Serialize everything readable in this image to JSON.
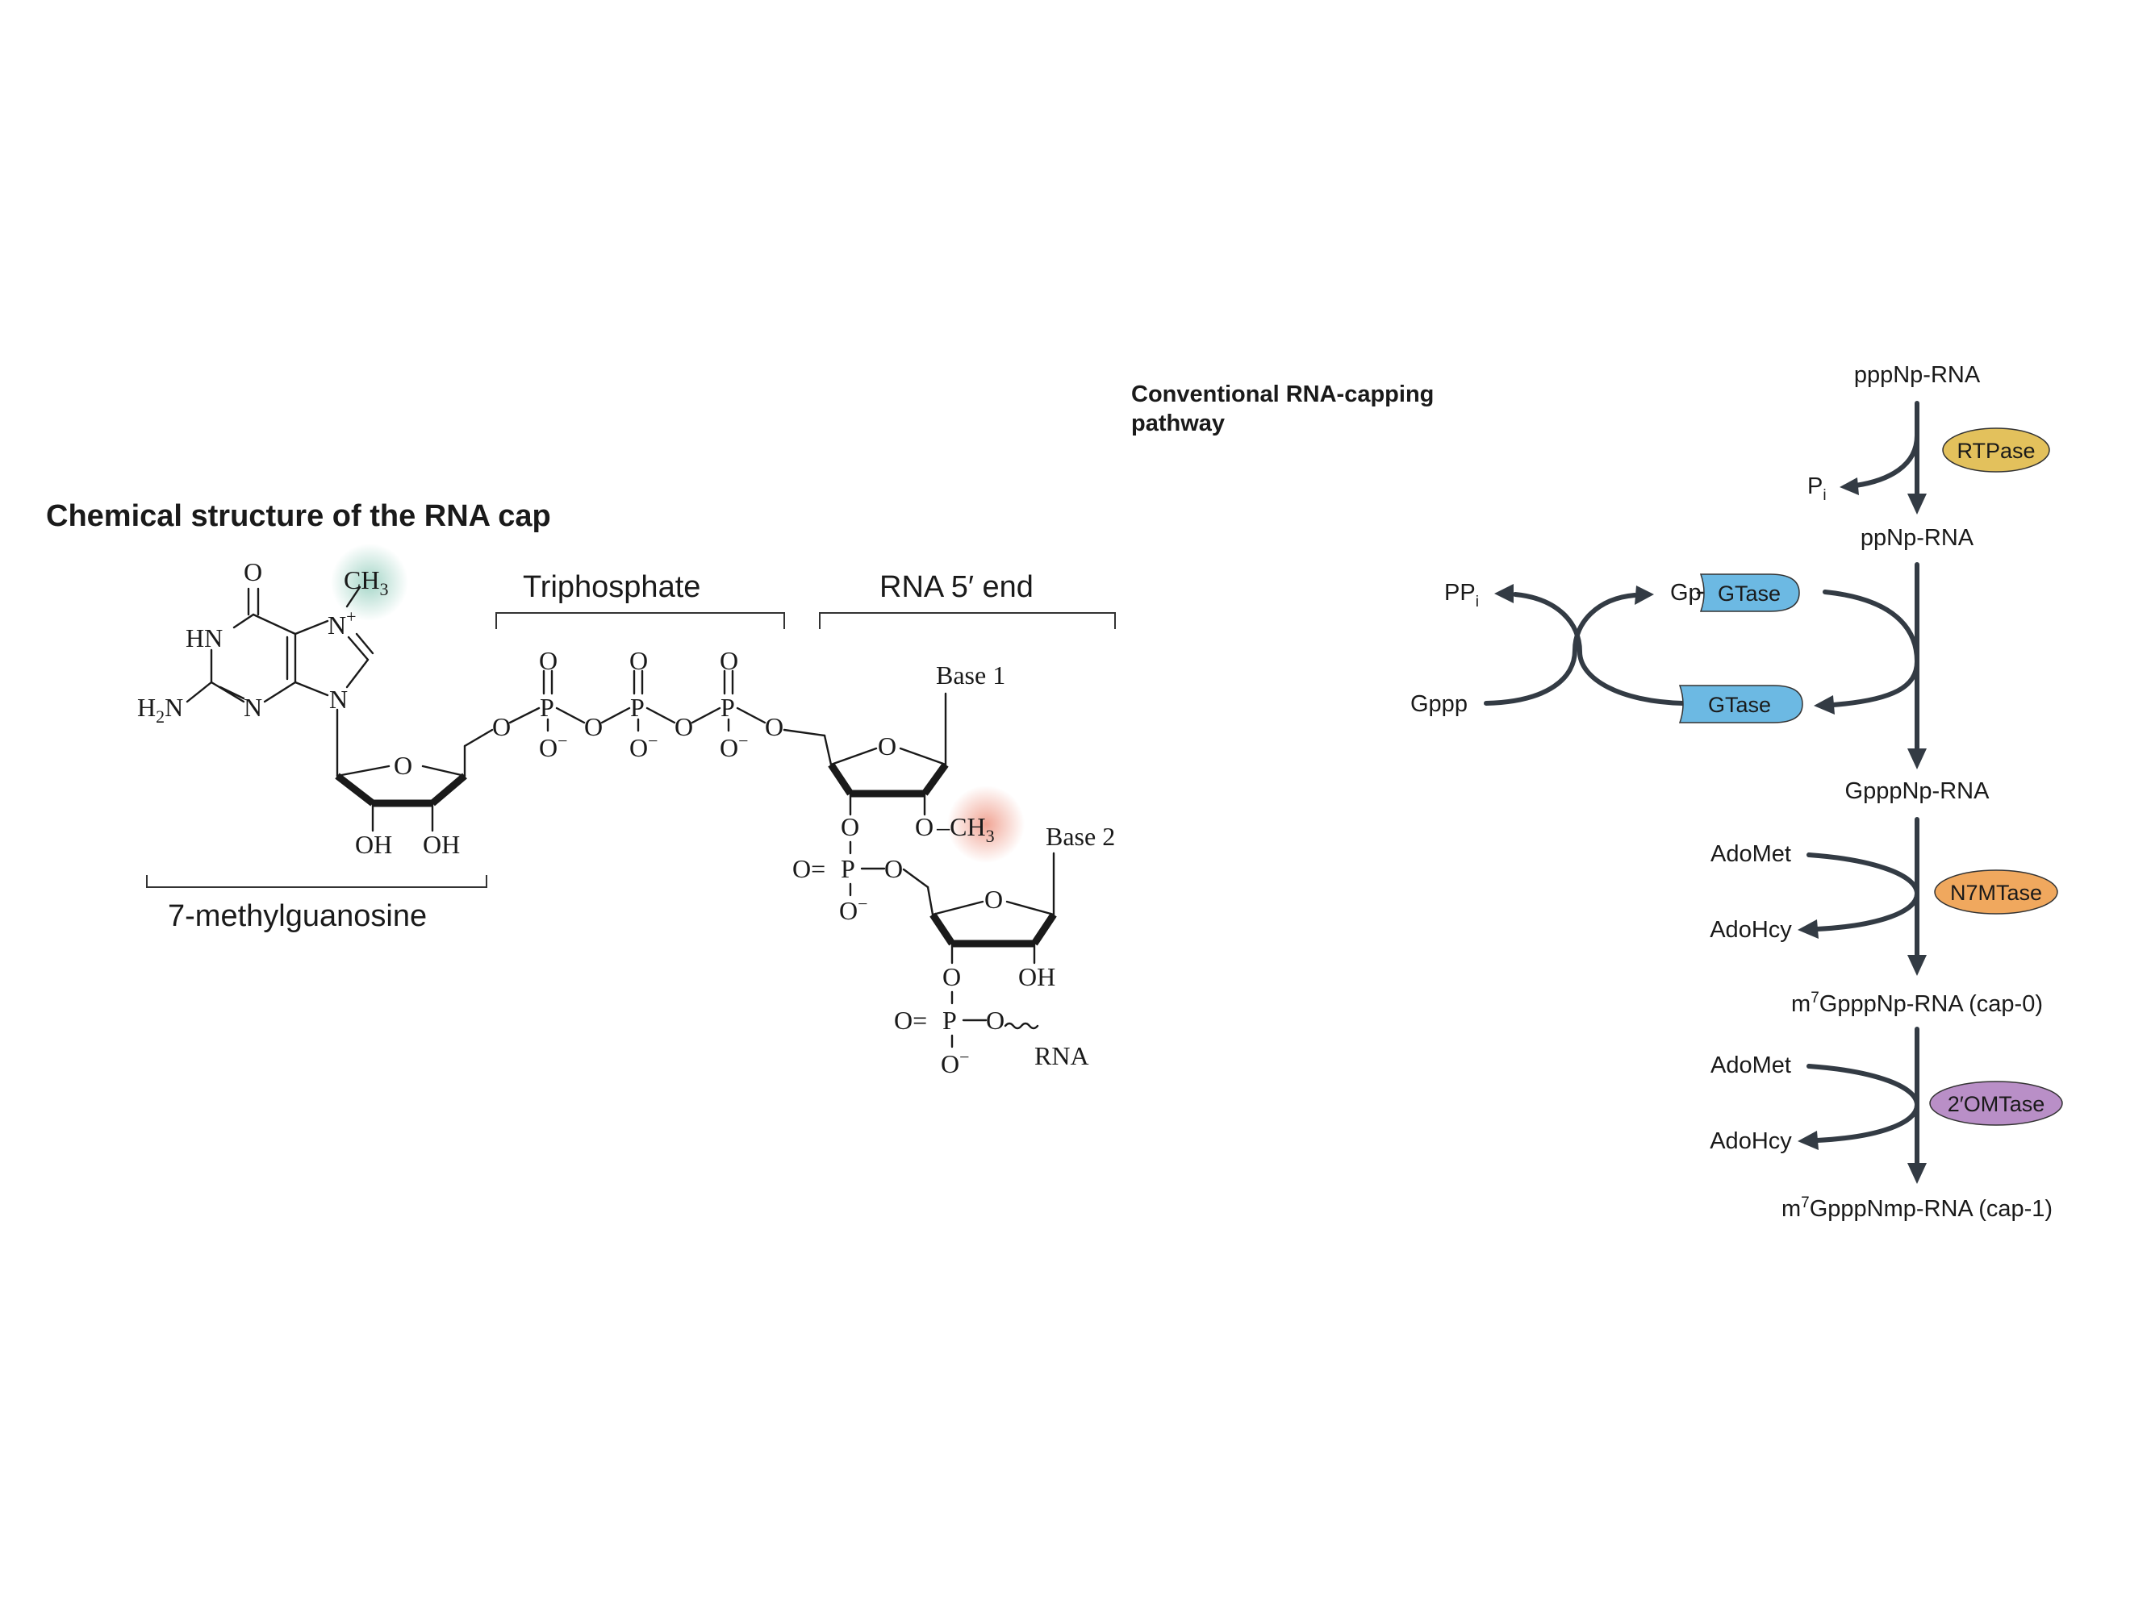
{
  "structure": {
    "title": "Chemical structure of the RNA cap",
    "bracket_labels": {
      "triphosphate": "Triphosphate",
      "rna_5_end": "RNA 5′ end",
      "methylguanosine": "7-methylguanosine"
    },
    "base_labels": {
      "base1": "Base 1",
      "base2": "Base 2"
    },
    "highlights": {
      "n7_methyl_color": "#9fd3c4",
      "o2_methyl_color": "#f0a08f"
    },
    "atoms": {
      "O": "O",
      "N": "N",
      "P": "P",
      "HN": "HN",
      "OH": "OH",
      "CH": "CH",
      "sub3": "3",
      "H": "H",
      "sub2": "2",
      "plus": "+",
      "minus": "−",
      "RNA": "RNA",
      "O_dash": "O−",
      "O_eq": "O="
    }
  },
  "pathway": {
    "title_line1": "Conventional RNA-capping",
    "title_line2": "pathway",
    "species": {
      "pppNp": "pppNp-RNA",
      "ppNp": "ppNp-RNA",
      "GpppNp": "GpppNp-RNA",
      "cap0_m": "m",
      "cap0_sup": "7",
      "cap0_rest": "GpppNp-RNA  (cap-0)",
      "cap1_m": "m",
      "cap1_sup": "7",
      "cap1_rest": "GpppNmp-RNA  (cap-1)"
    },
    "side_products": {
      "Pi_main": "P",
      "Pi_sub": "i",
      "PPi_main": "PP",
      "PPi_sub": "i",
      "Gppp": "Gppp",
      "Gp_prefix": "Gp",
      "adomet_1": "AdoMet",
      "adohcy_1": "AdoHcy",
      "adomet_2": "AdoMet",
      "adohcy_2": "AdoHcy"
    },
    "enzymes": [
      {
        "label": "RTPase",
        "color": "#e3c15c"
      },
      {
        "label": "GTase",
        "color": "#6cb9e3"
      },
      {
        "label": "GTase",
        "color": "#6cb9e3"
      },
      {
        "label": "N7MTase",
        "color": "#f0a85e"
      },
      {
        "label": "2′OMTase",
        "color": "#b98fc7"
      }
    ]
  }
}
